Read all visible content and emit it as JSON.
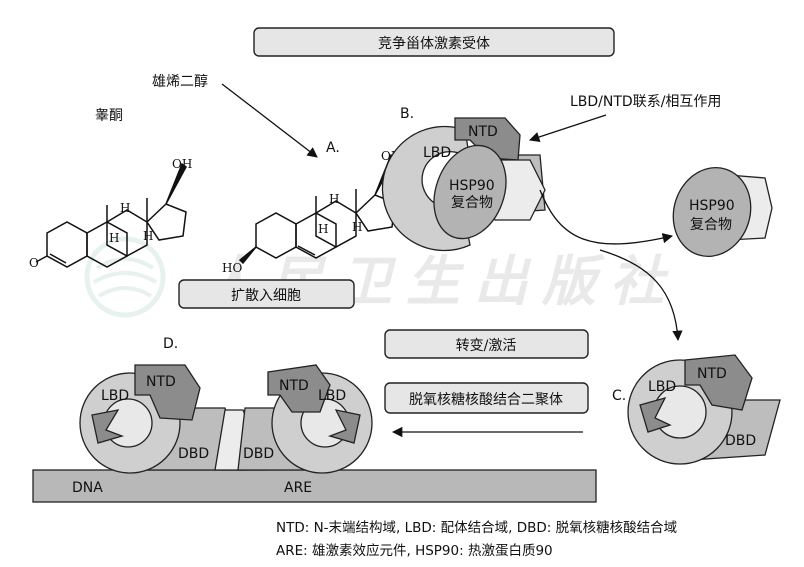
{
  "title": "竞争甾体激素受体",
  "molecules": {
    "testosterone": "睾酮",
    "androstenediol": "雄烯二醇",
    "oh": "OH",
    "ho": "HO",
    "o": "O",
    "h": "H"
  },
  "steps": {
    "a": "A.",
    "b": "B.",
    "c": "C.",
    "d": "D."
  },
  "labels": {
    "diffuse": "扩散入细胞",
    "interaction": "LBD/NTD联系/相互作用",
    "transform": "转变/激活",
    "dimer": "脱氧核糖核酸结合二聚体",
    "hsp_complex_line1": "HSP90",
    "hsp_complex_line2": "复合物"
  },
  "domains": {
    "ntd": "NTD",
    "lbd": "LBD",
    "dbd": "DBD",
    "dna": "DNA",
    "are": "ARE"
  },
  "legend": {
    "line1": "NTD: N-末端结构域, LBD: 配体结合域, DBD: 脱氧核糖核酸结合域",
    "line2": "ARE: 雄激素效应元件, HSP90: 热激蛋白质90"
  },
  "watermark": "人民卫生出版社",
  "colors": {
    "box_fill": "#e6e6e6",
    "ntd_fill": "#8c8c8c",
    "lbd_fill": "#cfcfcf",
    "dbd_fill": "#bdbdbd",
    "hsp_fill": "#b3b3b3",
    "dna_fill": "#b8b8b8"
  }
}
